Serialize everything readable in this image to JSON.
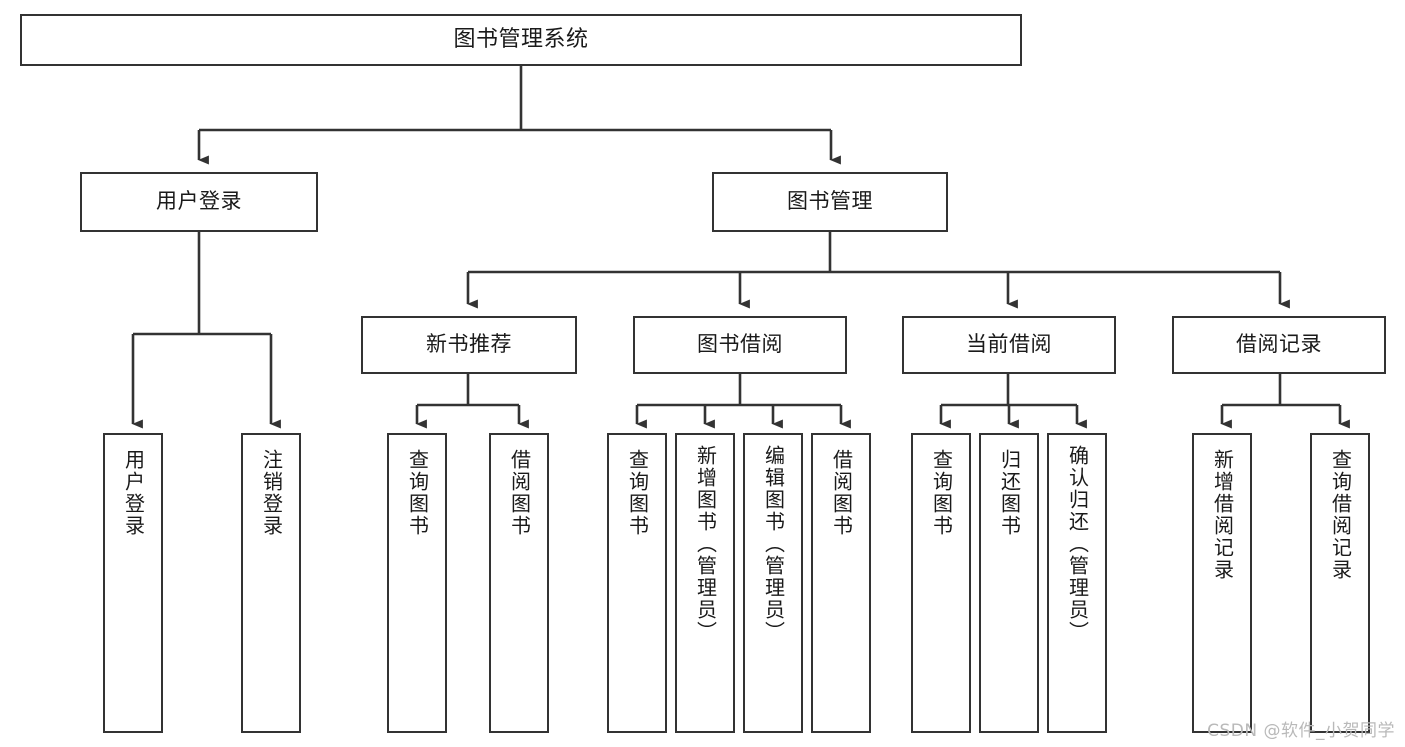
{
  "diagram": {
    "title": "图书管理系统",
    "watermark": "CSDN @软件_小贺同学",
    "type": "tree-hierarchy-chart",
    "stroke_color": "#333333",
    "text_color": "#1a1a1a",
    "background_color": "#ffffff",
    "nodes": {
      "root": {
        "label": "图书管理系统"
      },
      "level2": [
        {
          "id": "user-login",
          "label": "用户登录"
        },
        {
          "id": "book-manage",
          "label": "图书管理"
        }
      ],
      "level3": [
        {
          "id": "new-book-recommend",
          "label": "新书推荐",
          "parent": "book-manage"
        },
        {
          "id": "book-borrow",
          "label": "图书借阅",
          "parent": "book-manage"
        },
        {
          "id": "current-borrow",
          "label": "当前借阅",
          "parent": "book-manage"
        },
        {
          "id": "borrow-record",
          "label": "借阅记录",
          "parent": "book-manage"
        }
      ],
      "leaves": [
        {
          "id": "leaf-user-login",
          "label": "用户登录",
          "parent": "user-login"
        },
        {
          "id": "leaf-logout-login",
          "label": "注销登录",
          "parent": "user-login"
        },
        {
          "id": "leaf-query-book-1",
          "label": "查询图书",
          "parent": "new-book-recommend"
        },
        {
          "id": "leaf-borrow-book-1",
          "label": "借阅图书",
          "parent": "new-book-recommend"
        },
        {
          "id": "leaf-query-book-2",
          "label": "查询图书",
          "parent": "book-borrow"
        },
        {
          "id": "leaf-add-book",
          "label": "新增图书（管理员）",
          "parent": "book-borrow"
        },
        {
          "id": "leaf-edit-book",
          "label": "编辑图书（管理员）",
          "parent": "book-borrow"
        },
        {
          "id": "leaf-borrow-book-2",
          "label": "借阅图书",
          "parent": "book-borrow"
        },
        {
          "id": "leaf-query-book-3",
          "label": "查询图书",
          "parent": "current-borrow"
        },
        {
          "id": "leaf-return-book",
          "label": "归还图书",
          "parent": "current-borrow"
        },
        {
          "id": "leaf-confirm-return",
          "label": "确认归还（管理员）",
          "parent": "current-borrow"
        },
        {
          "id": "leaf-add-record",
          "label": "新增借阅记录",
          "parent": "borrow-record"
        },
        {
          "id": "leaf-query-record",
          "label": "查询借阅记录",
          "parent": "borrow-record"
        }
      ]
    }
  }
}
